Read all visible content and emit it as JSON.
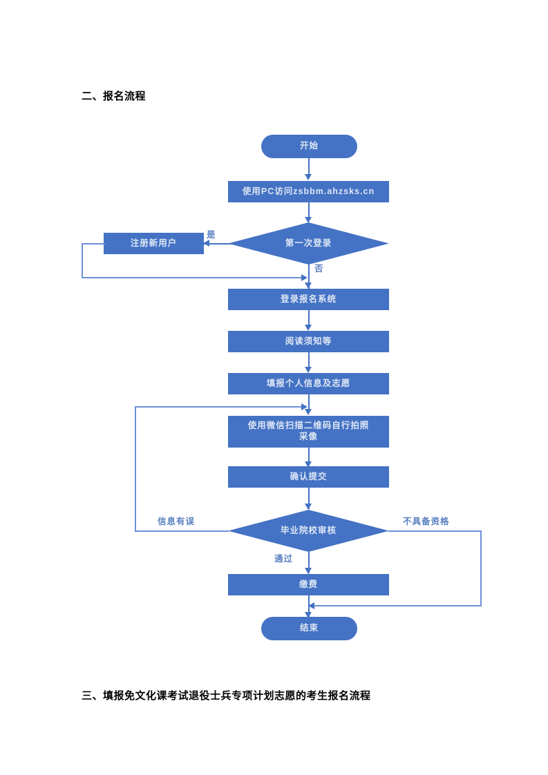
{
  "document": {
    "heading_top": "二、报名流程",
    "heading_bottom": "三、填报免文化课考试退役士兵专项计划志愿的考生报名流程"
  },
  "colors": {
    "node_fill": "#4472C4",
    "node_text": "#DCE6F5",
    "connector": "#4472C4",
    "edge_label_text": "#5A7FC2",
    "page_background": "#FFFFFF"
  },
  "flowchart": {
    "title": "报名流程",
    "nodes": [
      {
        "id": "start",
        "type": "terminator",
        "label": "开始"
      },
      {
        "id": "visit",
        "type": "process",
        "label": "使用PC访问zsbbm.ahzsks.cn"
      },
      {
        "id": "firstlog",
        "type": "decision",
        "label": "第一次登录"
      },
      {
        "id": "register",
        "type": "process",
        "label": "注册新用户"
      },
      {
        "id": "login",
        "type": "process",
        "label": "登录报名系统"
      },
      {
        "id": "read",
        "type": "process",
        "label": "阅读须知等"
      },
      {
        "id": "fill",
        "type": "process",
        "label": "填报个人信息及志愿"
      },
      {
        "id": "photo",
        "type": "process",
        "label_line1": "使用微信扫描二维码自行拍照",
        "label_line2": "采像"
      },
      {
        "id": "confirm",
        "type": "process",
        "label": "确认提交"
      },
      {
        "id": "review",
        "type": "decision",
        "label": "毕业院校审核"
      },
      {
        "id": "pay",
        "type": "process",
        "label": "缴费"
      },
      {
        "id": "end",
        "type": "terminator",
        "label": "结束"
      }
    ],
    "edge_labels": {
      "yes_first_login": "是",
      "no_first_login": "否",
      "info_error": "信息有误",
      "not_qualified": "不具备资格",
      "passed": "通过"
    }
  }
}
